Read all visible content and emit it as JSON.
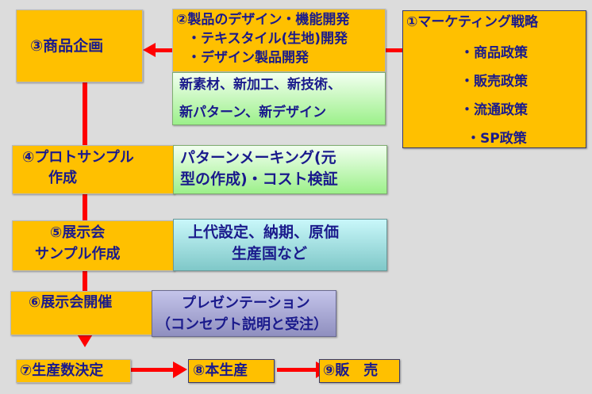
{
  "colors": {
    "background": "#dcdcdc",
    "box_orange": "#ffc000",
    "arrow": "#ff0000",
    "text": "#1a1a8c"
  },
  "step1": {
    "title": "①マーケティング戦略",
    "items": [
      "・商品政策",
      "・販売政策",
      "・流通政策",
      "・SP政策"
    ]
  },
  "step2": {
    "title": "②製品のデザイン・機能開発",
    "items": [
      "・テキスタイル(生地)開発",
      "・デザイン製品開発"
    ],
    "note_lines": [
      "新素材、新加工、新技術、",
      "新パターン、新デザイン"
    ]
  },
  "step3": {
    "title": "③商品企画"
  },
  "step4": {
    "title_lines": [
      "④プロトサンプル",
      "作成"
    ],
    "note_lines": [
      "パターンメーキング(元",
      "型の作成)・コスト検証"
    ]
  },
  "step5": {
    "title_lines": [
      "⑤展示会",
      "サンプル作成"
    ],
    "note_lines": [
      "上代設定、納期、原価",
      "生産国など"
    ]
  },
  "step6": {
    "title": "⑥展示会開催",
    "note_lines": [
      "プレゼンテーション",
      "（コンセプト説明と受注）"
    ]
  },
  "step7": {
    "title": "⑦生産数決定"
  },
  "step8": {
    "title": "⑧本生産"
  },
  "step9": {
    "title": "⑨販　売"
  }
}
